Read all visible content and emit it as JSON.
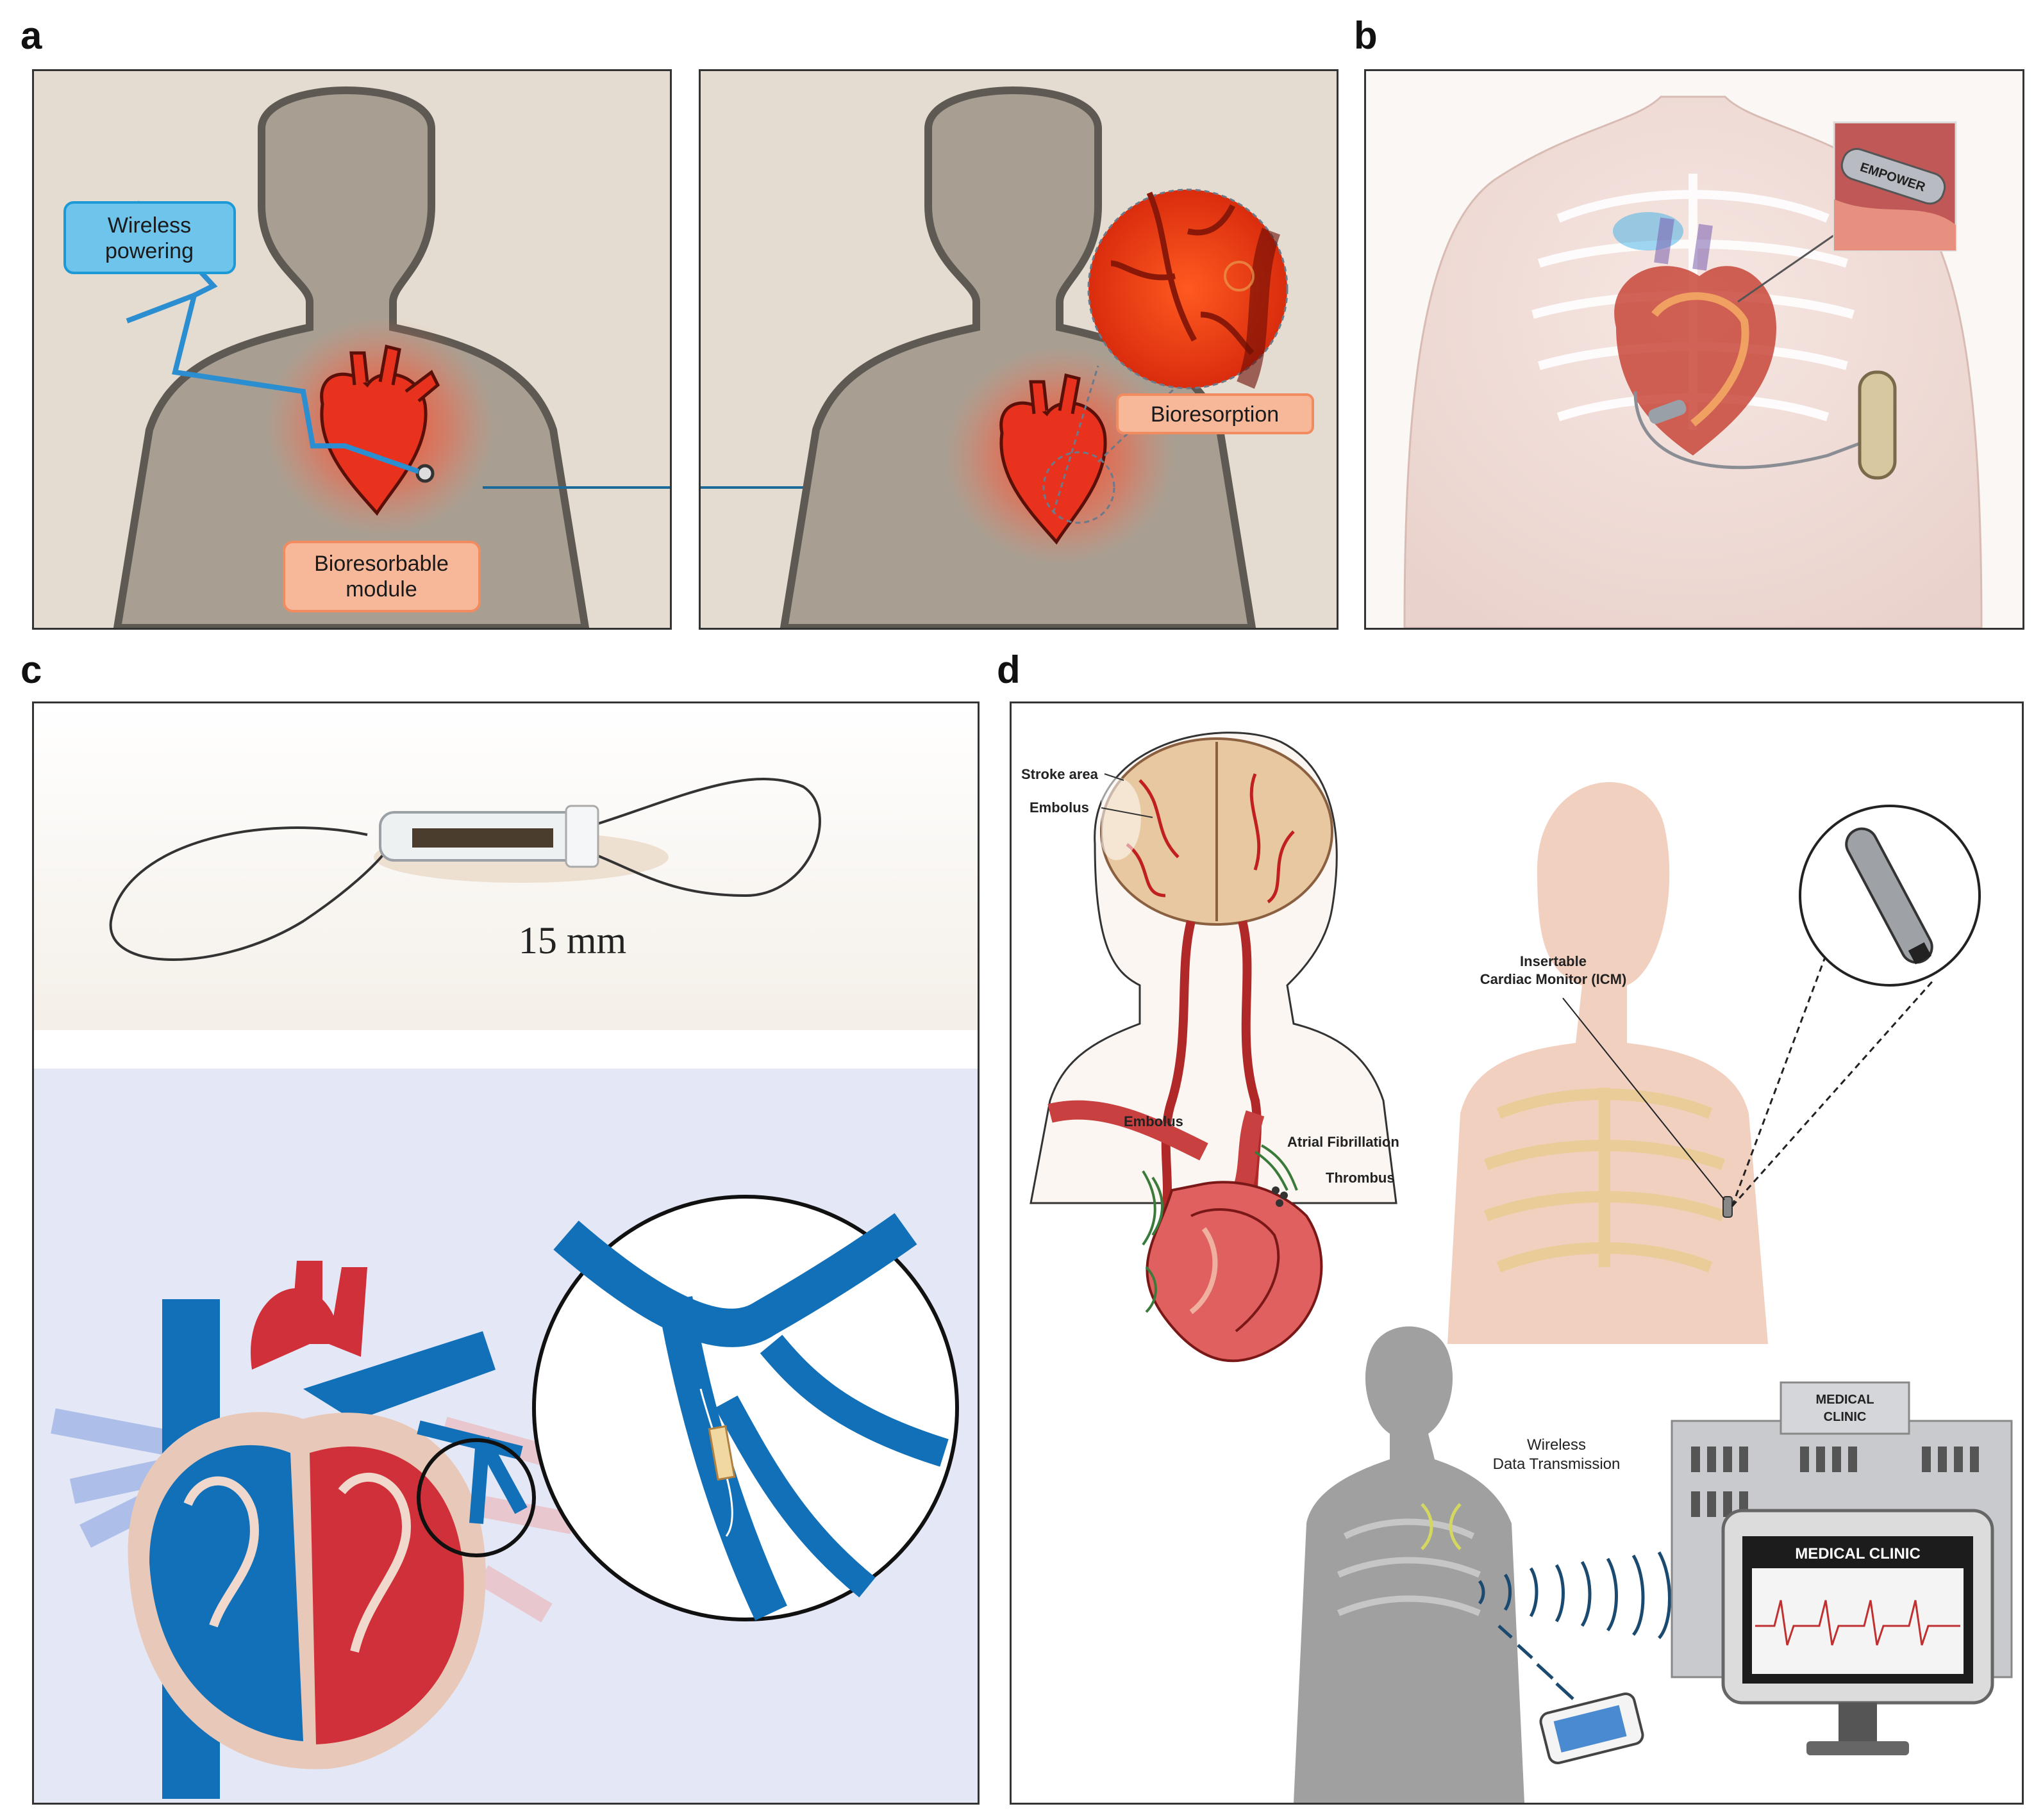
{
  "panels": {
    "a": {
      "letter": "a",
      "label_wireless": "Wireless",
      "label_powering": "powering",
      "label_bioresorbable": "Bioresorbable",
      "label_module": "module",
      "label_bioresorption": "Bioresorption"
    },
    "b": {
      "letter": "b",
      "device_text": "EMPOWER"
    },
    "c": {
      "letter": "c",
      "scale_text": "15 mm"
    },
    "d": {
      "letter": "d",
      "label_stroke_area": "Stroke area",
      "label_embolus_top": "Embolus",
      "label_embolus_bottom": "Embolus",
      "label_atrial_fibrillation": "Atrial Fibrillation",
      "label_thrombus": "Thrombus",
      "label_icm_line1": "Insertable",
      "label_icm_line2": "Cardiac Monitor (ICM)",
      "label_wireless_line1": "Wireless",
      "label_wireless_line2": "Data Transmission",
      "clinic_sign_line1": "MEDICAL",
      "clinic_sign_line2": "CLINIC",
      "monitor_title": "MEDICAL CLINIC"
    }
  },
  "colors": {
    "heart_red": "#e8321e",
    "vein_blue": "#1170b8",
    "callout_blue": "#6fc4ec",
    "callout_orange": "#f7b89a",
    "silhouette": "#a89f92",
    "panel_a_bg": "#e4dcd0"
  }
}
